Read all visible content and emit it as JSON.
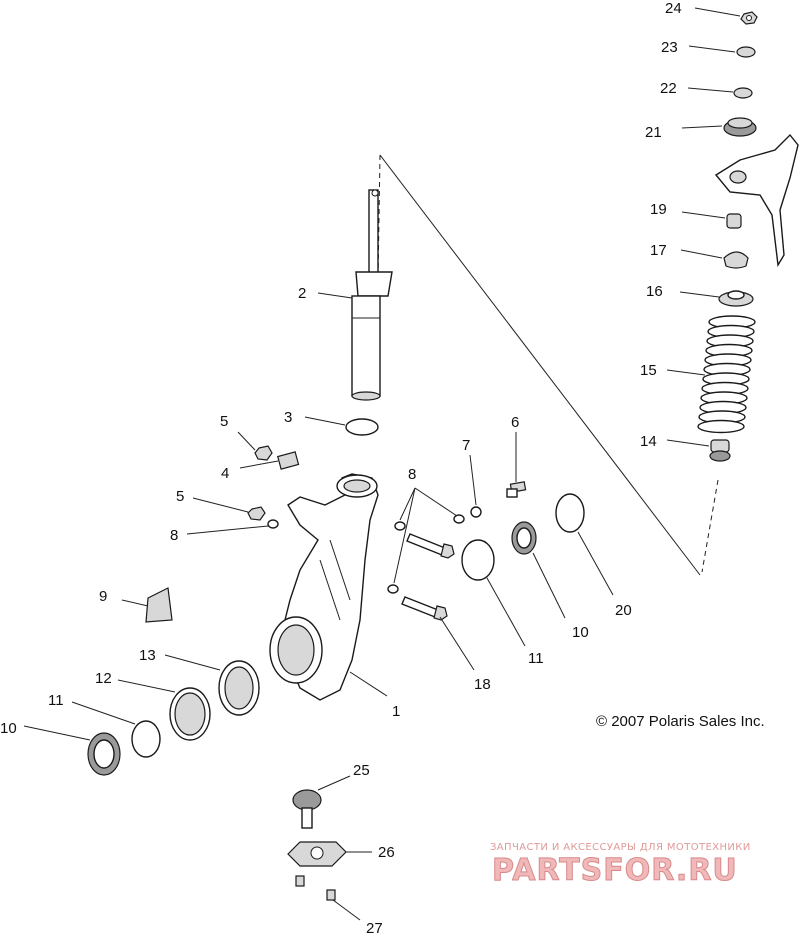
{
  "callouts": {
    "c1": "1",
    "c2": "2",
    "c3": "3",
    "c4": "4",
    "c5a": "5",
    "c5b": "5",
    "c6": "6",
    "c7": "7",
    "c8a": "8",
    "c8b": "8",
    "c9": "9",
    "c10a": "10",
    "c10b": "10",
    "c11a": "11",
    "c11b": "11",
    "c12": "12",
    "c13": "13",
    "c14": "14",
    "c15": "15",
    "c16": "16",
    "c17": "17",
    "c18": "18",
    "c19": "19",
    "c20": "20",
    "c21": "21",
    "c22": "22",
    "c23": "23",
    "c24": "24",
    "c25": "25",
    "c26": "26",
    "c27": "27"
  },
  "copyright": "© 2007 Polaris Sales Inc.",
  "watermark": {
    "tagline": "ЗАПЧАСТИ И АКСЕССУАРЫ ДЛЯ МОТОТЕХНИКИ",
    "logo": "PARTSFOR.RU"
  }
}
